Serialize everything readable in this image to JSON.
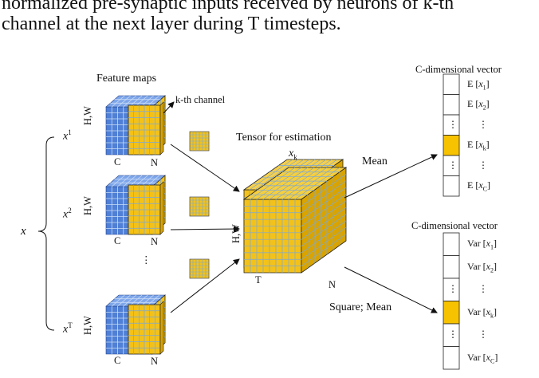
{
  "caption": {
    "line1": "normalized pre-synaptic inputs received by neurons of k-th",
    "line2": "channel at the next layer during T timesteps."
  },
  "input_variable": "x",
  "feature_maps": {
    "title": "Feature maps",
    "kth_channel_label": "k-th channel",
    "items": [
      {
        "label_base": "x",
        "label_sup": "1",
        "hw": "H,W",
        "c": "C",
        "n": "N"
      },
      {
        "label_base": "x",
        "label_sup": "2",
        "hw": "H,W",
        "c": "C",
        "n": "N"
      },
      {
        "label_base": "x",
        "label_sup": "T",
        "hw": "H,W",
        "c": "C",
        "n": "N"
      }
    ],
    "dots": "⋮"
  },
  "tensor": {
    "title": "Tensor for estimation",
    "var_base": "x",
    "var_sub": "k",
    "hw": "H,W",
    "t": "T",
    "n": "N"
  },
  "ops": {
    "mean": "Mean",
    "square_mean": "Square;  Mean"
  },
  "mean_vector": {
    "title": "C-dimensional vector",
    "entries": [
      {
        "prefix": "E [",
        "base": "x",
        "sub": "1",
        "suffix": "]",
        "highlight": false
      },
      {
        "prefix": "E [",
        "base": "x",
        "sub": "2",
        "suffix": "]",
        "highlight": false
      },
      {
        "dots": "⋮"
      },
      {
        "prefix": "E [",
        "base": "x",
        "sub": "k",
        "suffix": "]",
        "highlight": true
      },
      {
        "dots": "⋮"
      },
      {
        "prefix": "E [",
        "base": "x",
        "sub": "C",
        "suffix": "]",
        "highlight": false
      }
    ]
  },
  "var_vector": {
    "title": "C-dimensional vector",
    "entries": [
      {
        "prefix": "Var [",
        "base": "x",
        "sub": "1",
        "suffix": "]",
        "highlight": false
      },
      {
        "prefix": "Var [",
        "base": "x",
        "sub": "2",
        "suffix": "]",
        "highlight": false
      },
      {
        "dots": "⋮"
      },
      {
        "prefix": "Var [",
        "base": "x",
        "sub": "k",
        "suffix": "]",
        "highlight": true
      },
      {
        "dots": "⋮"
      },
      {
        "prefix": "Var [",
        "base": "x",
        "sub": "C",
        "suffix": "]",
        "highlight": false
      }
    ]
  },
  "colors": {
    "blue_face": "#4f7fd6",
    "blue_dark": "#2f5fb8",
    "yellow_face": "#f3c21a",
    "yellow_dark": "#d9a400",
    "grid_on_yellow": "#7aa7d8",
    "grid_on_blue": "#c9dcf6",
    "highlight_cell": "#f7c200"
  }
}
